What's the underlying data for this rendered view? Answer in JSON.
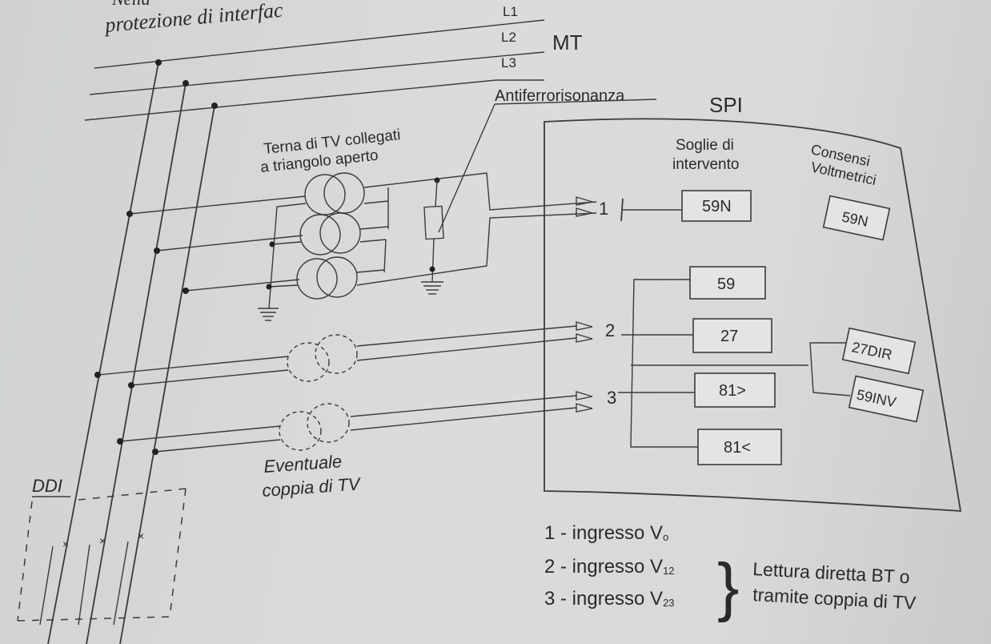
{
  "header_text": {
    "line1": "Nella",
    "line2": "protezione di interfac"
  },
  "lines": {
    "l1": "L1",
    "l2": "L2",
    "l3": "L3",
    "mt": "MT"
  },
  "antiferro": "Antiferrorisonanza",
  "tv_label": {
    "line1": "Terna di TV collegati",
    "line2": "a triangolo aperto"
  },
  "spi": {
    "title": "SPI",
    "soglie_line1": "Soglie di",
    "soglie_line2": "intervento",
    "consensi_line1": "Consensi",
    "consensi_line2": "Voltmetrici",
    "inputs": [
      "1",
      "2",
      "3"
    ],
    "thresholds": [
      "59N",
      "59",
      "27",
      "81>",
      "81<"
    ],
    "consensi": [
      "59N",
      "27DIR",
      "59INV"
    ]
  },
  "eventuale": {
    "line1": "Eventuale",
    "line2": "coppia di TV"
  },
  "ddi": "DDI",
  "legend": {
    "item1": "1 - ingresso V",
    "item1_sub": "o",
    "item2": "2 - ingresso V",
    "item2_sub": "12",
    "item3": "3 - ingresso V",
    "item3_sub": "23",
    "brace": "}",
    "note_line1": "Lettura diretta BT o",
    "note_line2": "tramite coppia di TV"
  }
}
